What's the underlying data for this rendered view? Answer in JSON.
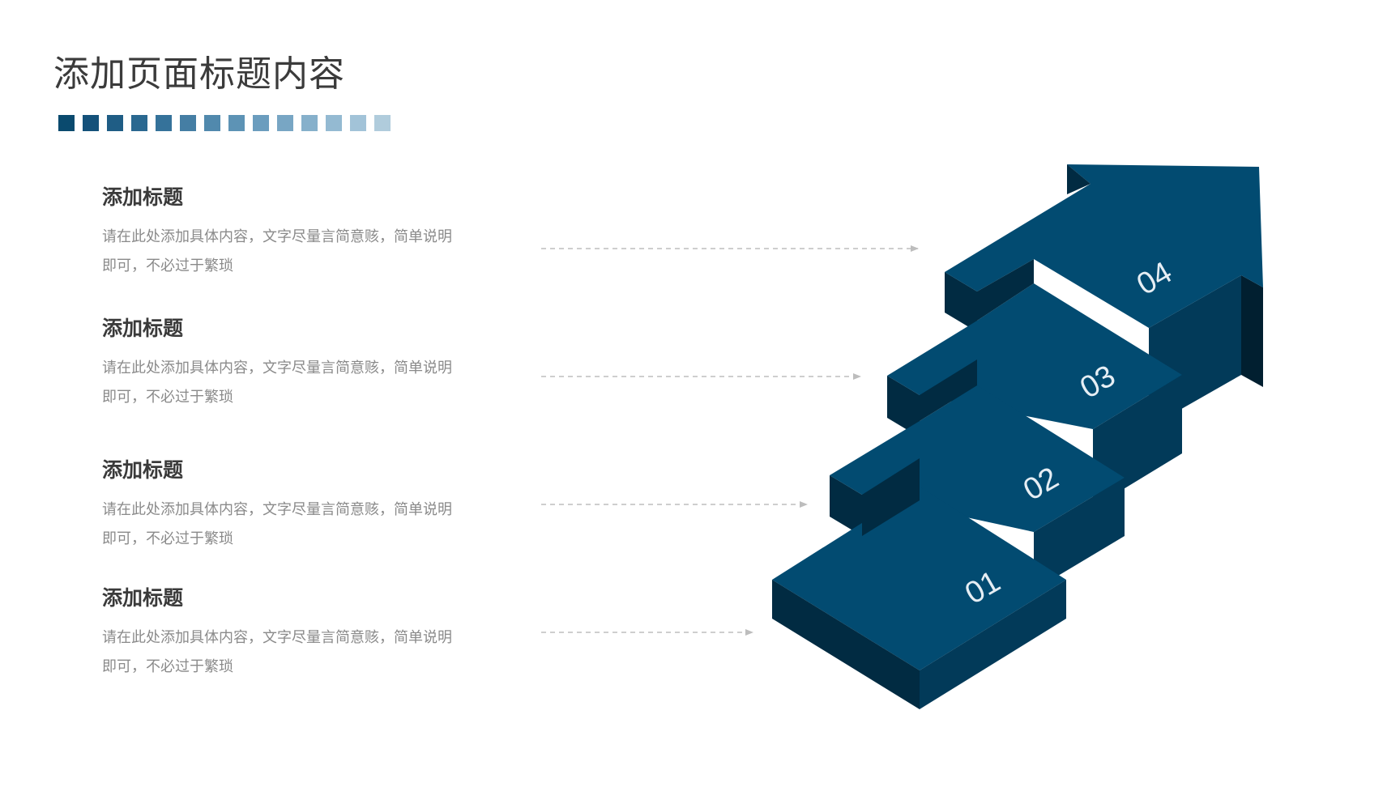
{
  "title": "添加页面标题内容",
  "title_squares": [
    "#0a4a6e",
    "#14517a",
    "#1f5d85",
    "#2a6890",
    "#35729a",
    "#457ea4",
    "#5189ad",
    "#5d93b5",
    "#6b9dbe",
    "#78a6c4",
    "#86b0cb",
    "#94bad2",
    "#a2c3d8",
    "#b0ccdc"
  ],
  "items": [
    {
      "title": "添加标题",
      "desc": "请在此处添加具体内容，文字尽量言简意赅，简单说明即可，不必过于繁琐"
    },
    {
      "title": "添加标题",
      "desc": "请在此处添加具体内容，文字尽量言简意赅，简单说明即可，不必过于繁琐"
    },
    {
      "title": "添加标题",
      "desc": "请在此处添加具体内容，文字尽量言简意赅，简单说明即可，不必过于繁琐"
    },
    {
      "title": "添加标题",
      "desc": "请在此处添加具体内容，文字尽量言简意赅，简单说明即可，不必过于繁琐"
    }
  ],
  "steps": [
    {
      "label": "04"
    },
    {
      "label": "03"
    },
    {
      "label": "02"
    },
    {
      "label": "01"
    }
  ],
  "colors": {
    "top": "#024b71",
    "side_dark": "#012b42",
    "side_mid": "#023a59",
    "connector": "#bdbdbd",
    "step_label": "#e6eef4"
  }
}
